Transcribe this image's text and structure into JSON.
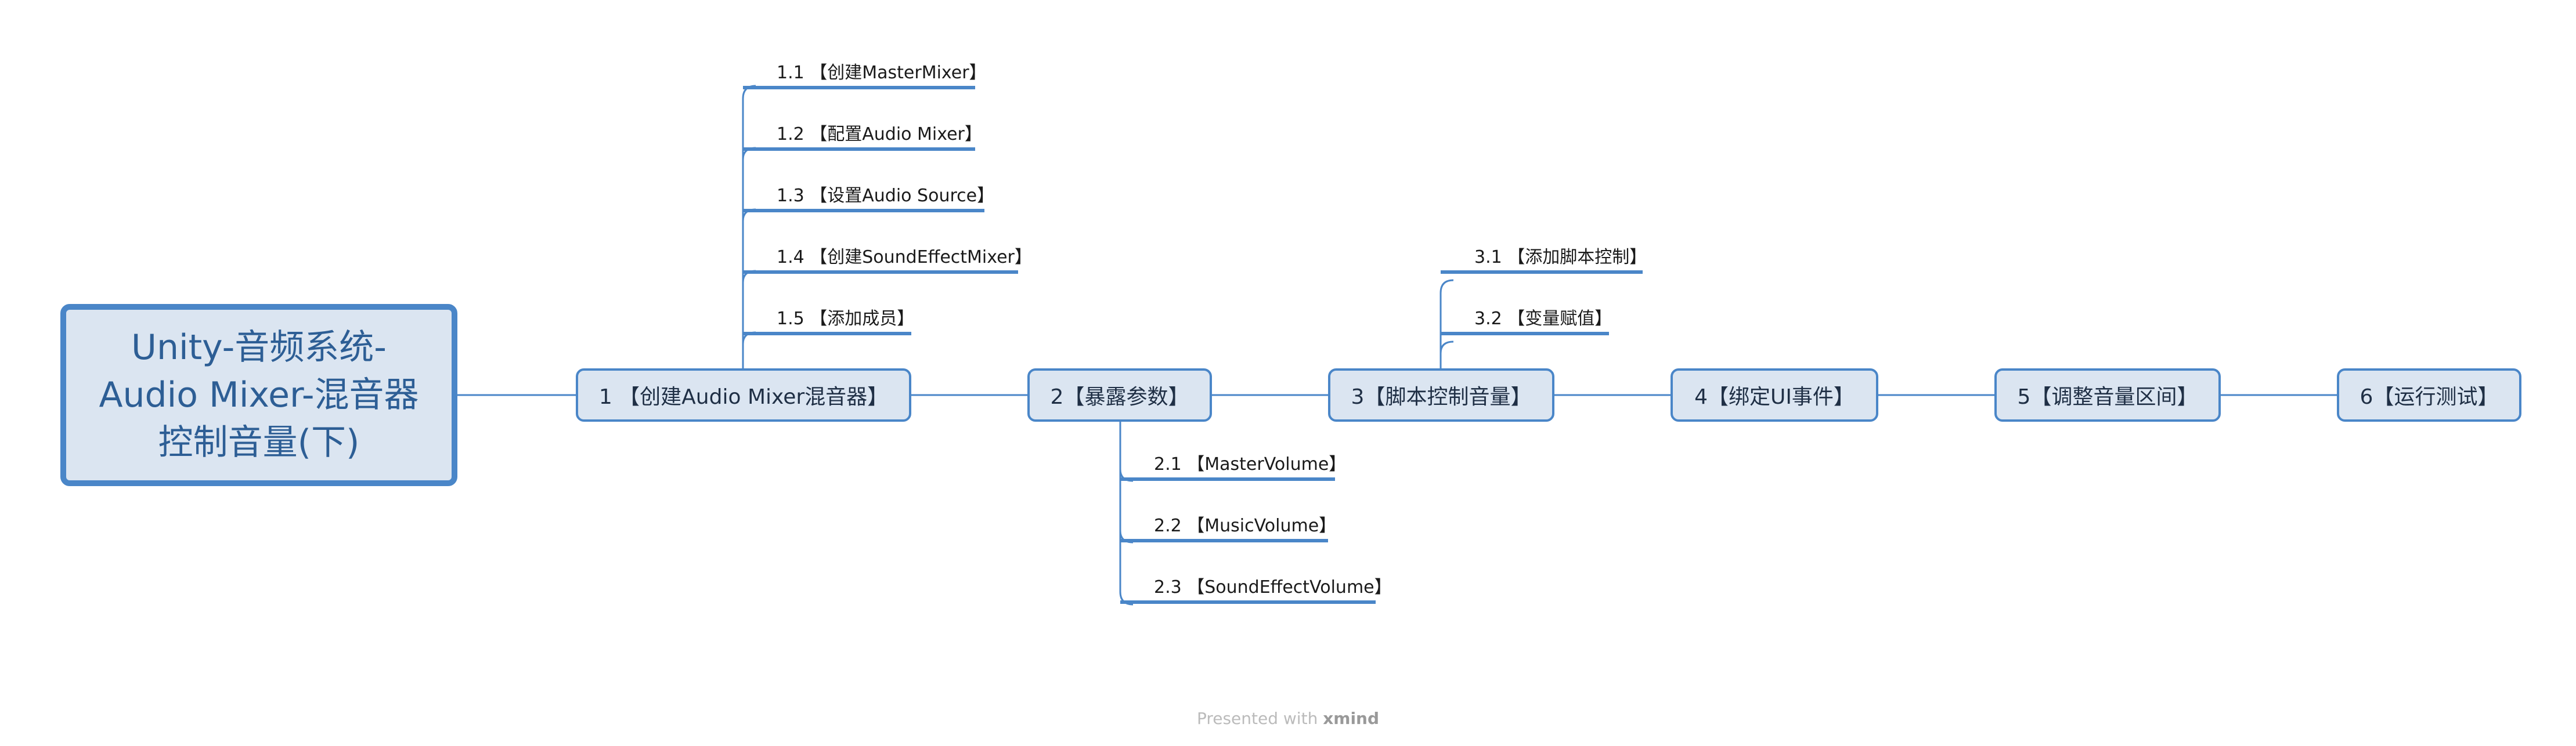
{
  "colors": {
    "accent": "#4a86c8",
    "node_fill": "#dbe5f1",
    "root_text": "#2d5e95",
    "footer_text": "#bbbbbb"
  },
  "root": {
    "lines": [
      "Unity-音频系统-",
      "Audio Mixer-混音器",
      "控制音量(下)"
    ]
  },
  "topics": [
    {
      "label": "1 【创建Audio Mixer混音器】",
      "children": [
        "1.1 【创建MasterMixer】",
        "1.2 【配置Audio Mixer】",
        "1.3 【设置Audio Source】",
        "1.4 【创建SoundEffectMixer】",
        "1.5 【添加成员】"
      ]
    },
    {
      "label": "2【暴露参数】",
      "children": [
        "2.1 【MasterVolume】",
        "2.2 【MusicVolume】",
        "2.3 【SoundEffectVolume】"
      ]
    },
    {
      "label": "3【脚本控制音量】",
      "children": [
        "3.1 【添加脚本控制】",
        "3.2 【变量赋值】"
      ]
    },
    {
      "label": "4【绑定UI事件】",
      "children": []
    },
    {
      "label": "5【调整音量区间】",
      "children": []
    },
    {
      "label": "6【运行测试】",
      "children": []
    }
  ],
  "footer": {
    "prefix": "Presented with ",
    "brand": "xmind"
  }
}
